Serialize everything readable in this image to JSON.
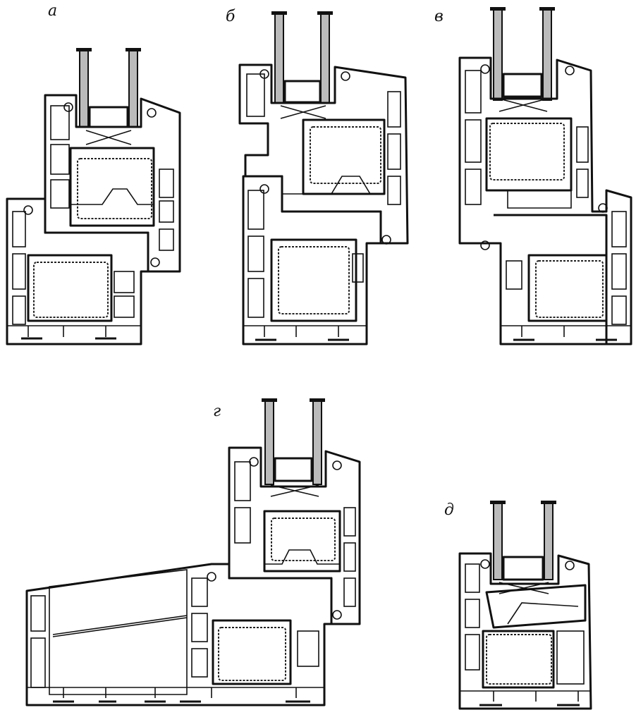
{
  "figure": {
    "panels": [
      {
        "id": "a",
        "label": "а"
      },
      {
        "id": "b",
        "label": "б"
      },
      {
        "id": "v",
        "label": "в"
      },
      {
        "id": "g",
        "label": "г"
      },
      {
        "id": "d",
        "label": "д"
      }
    ]
  },
  "colors": {
    "line": "#111111",
    "glass": "#bbbbbb",
    "background": "#ffffff"
  }
}
